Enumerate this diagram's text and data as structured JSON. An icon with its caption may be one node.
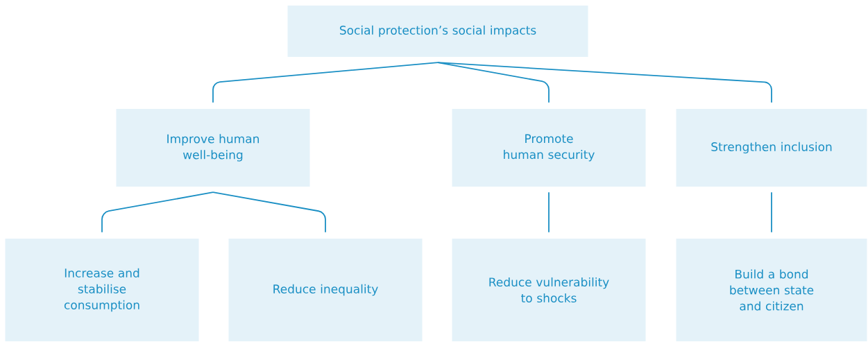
{
  "diagram": {
    "nodes": [
      {
        "text": [
          "Social protection’s social impacts"
        ]
      },
      {
        "text": [
          "Improve human well-being"
        ]
      },
      {
        "text": [
          "Promote human security"
        ]
      },
      {
        "text": [
          "Strengthen inclusion"
        ]
      },
      {
        "text": [
          "Increase and stabilise consumption"
        ]
      },
      {
        "text": [
          "Reduce inequality"
        ]
      },
      {
        "text": [
          "Reduce vulnerability to shocks"
        ]
      },
      {
        "text": [
          "Build a bond between state and citizen"
        ]
      }
    ],
    "edges": [
      {
        "from": 0,
        "to": 1,
        "arrow": "none"
      },
      {
        "from": 0,
        "to": 2,
        "arrow": "none"
      },
      {
        "from": 0,
        "to": 3,
        "arrow": "none"
      },
      {
        "from": 1,
        "to": 4,
        "arrow": "none"
      },
      {
        "from": 1,
        "to": 5,
        "arrow": "none"
      },
      {
        "from": 2,
        "to": 6,
        "arrow": "none"
      },
      {
        "from": 3,
        "to": 7,
        "arrow": "none"
      }
    ]
  }
}
